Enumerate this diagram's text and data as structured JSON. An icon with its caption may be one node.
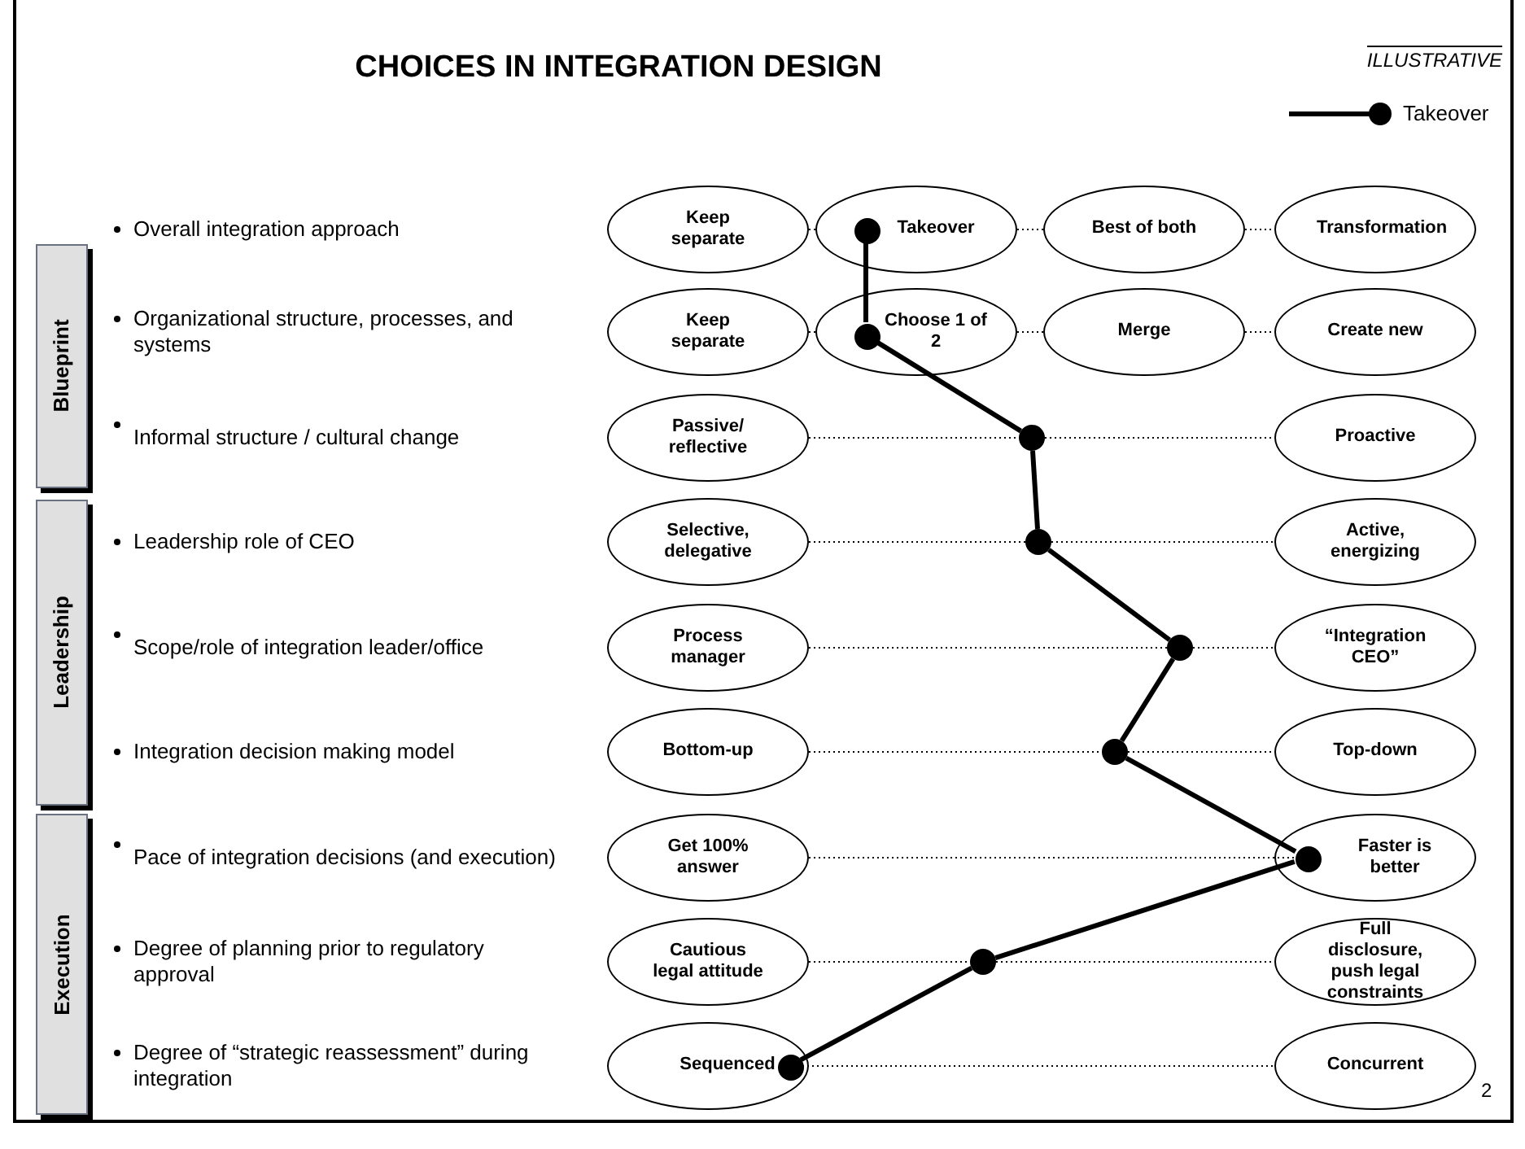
{
  "diagram": {
    "title": "CHOICES IN INTEGRATION DESIGN",
    "nodes": [
      {
        "text": [
          "Blueprint"
        ]
      },
      {
        "text": [
          "Leadership"
        ]
      },
      {
        "text": [
          "Execution"
        ]
      },
      {
        "text": [
          "Keep separate"
        ]
      },
      {
        "text": [
          "Takeover"
        ]
      },
      {
        "text": [
          "Best of both"
        ]
      },
      {
        "text": [
          "Transformation"
        ]
      },
      {
        "text": [
          "Keep separate"
        ]
      },
      {
        "text": [
          "Choose 1 of 2"
        ]
      },
      {
        "text": [
          "Merge"
        ]
      },
      {
        "text": [
          "Create new"
        ]
      },
      {
        "text": [
          "Passive/ reflective"
        ]
      },
      {
        "text": [
          "Proactive"
        ]
      },
      {
        "text": [
          "Selective, delegative"
        ]
      },
      {
        "text": [
          "Active, energizing"
        ]
      },
      {
        "text": [
          "Process manager"
        ]
      },
      {
        "text": [
          "“Integration CEO”"
        ]
      },
      {
        "text": [
          "Bottom-up"
        ]
      },
      {
        "text": [
          "Top-down"
        ]
      },
      {
        "text": [
          "Get 100% answer"
        ]
      },
      {
        "text": [
          "Faster is better"
        ]
      },
      {
        "text": [
          "Cautious legal attitude"
        ]
      },
      {
        "text": [
          "Full disclosure, push legal constraints"
        ]
      },
      {
        "text": [
          "Sequenced"
        ]
      },
      {
        "text": [
          "Concurrent"
        ]
      },
      {
        "text": [],
        "shape": "circle",
        "in": 4
      },
      {
        "text": [],
        "shape": "circle",
        "in": 8
      },
      {
        "text": [],
        "shape": "circle"
      },
      {
        "text": [],
        "shape": "circle"
      },
      {
        "text": [],
        "shape": "circle"
      },
      {
        "text": [],
        "shape": "circle"
      },
      {
        "text": [],
        "shape": "circle",
        "in": 20
      },
      {
        "text": [],
        "shape": "circle"
      },
      {
        "text": [],
        "shape": "circle",
        "in": 23
      }
    ],
    "edges": [
      {
        "from": 3,
        "to": 4,
        "arrow": "none",
        "style": "dashed"
      },
      {
        "from": 4,
        "to": 5,
        "arrow": "none",
        "style": "dashed"
      },
      {
        "from": 5,
        "to": 6,
        "arrow": "none",
        "style": "dashed"
      },
      {
        "from": 7,
        "to": 8,
        "arrow": "none",
        "style": "dashed"
      },
      {
        "from": 8,
        "to": 9,
        "arrow": "none",
        "style": "dashed"
      },
      {
        "from": 9,
        "to": 10,
        "arrow": "none",
        "style": "dashed"
      },
      {
        "from": 11,
        "to": 27,
        "arrow": "none",
        "style": "dashed"
      },
      {
        "from": 27,
        "to": 12,
        "arrow": "none",
        "style": "dashed"
      },
      {
        "from": 13,
        "to": 28,
        "arrow": "none",
        "style": "dashed"
      },
      {
        "from": 28,
        "to": 14,
        "arrow": "none",
        "style": "dashed"
      },
      {
        "from": 15,
        "to": 29,
        "arrow": "none",
        "style": "dashed"
      },
      {
        "from": 29,
        "to": 16,
        "arrow": "none",
        "style": "dashed"
      },
      {
        "from": 17,
        "to": 30,
        "arrow": "none",
        "style": "dashed"
      },
      {
        "from": 30,
        "to": 18,
        "arrow": "none",
        "style": "dashed"
      },
      {
        "from": 19,
        "to": 31,
        "arrow": "none",
        "style": "dashed"
      },
      {
        "from": 21,
        "to": 32,
        "arrow": "none",
        "style": "dashed"
      },
      {
        "from": 32,
        "to": 22,
        "arrow": "none",
        "style": "dashed"
      },
      {
        "from": 33,
        "to": 24,
        "arrow": "none",
        "style": "dashed"
      },
      {
        "from": 25,
        "to": 26,
        "arrow": "none",
        "style": "thick"
      },
      {
        "from": 26,
        "to": 27,
        "arrow": "none",
        "style": "thick"
      },
      {
        "from": 27,
        "to": 28,
        "arrow": "none",
        "style": "thick"
      },
      {
        "from": 28,
        "to": 29,
        "arrow": "none",
        "style": "thick"
      },
      {
        "from": 29,
        "to": 30,
        "arrow": "none",
        "style": "thick"
      },
      {
        "from": 30,
        "to": 31,
        "arrow": "none",
        "style": "thick"
      },
      {
        "from": 31,
        "to": 32,
        "arrow": "none",
        "style": "thick"
      },
      {
        "from": 32,
        "to": 33,
        "arrow": "none",
        "style": "thick"
      }
    ],
    "labels": [
      "ILLUSTRATIVE",
      "Overall integration approach",
      "Organizational structure, processes, and systems",
      "Informal structure /  cultural change",
      "Leadership role of CEO",
      "Scope/role of integration leader/office",
      "Integration decision making model",
      "Pace of integration decisions (and execution)",
      "Degree of planning prior to regulatory approval",
      "Degree of “strategic reassessment” during integration",
      "2"
    ],
    "legend": [
      {
        "text": "Takeover"
      }
    ]
  }
}
